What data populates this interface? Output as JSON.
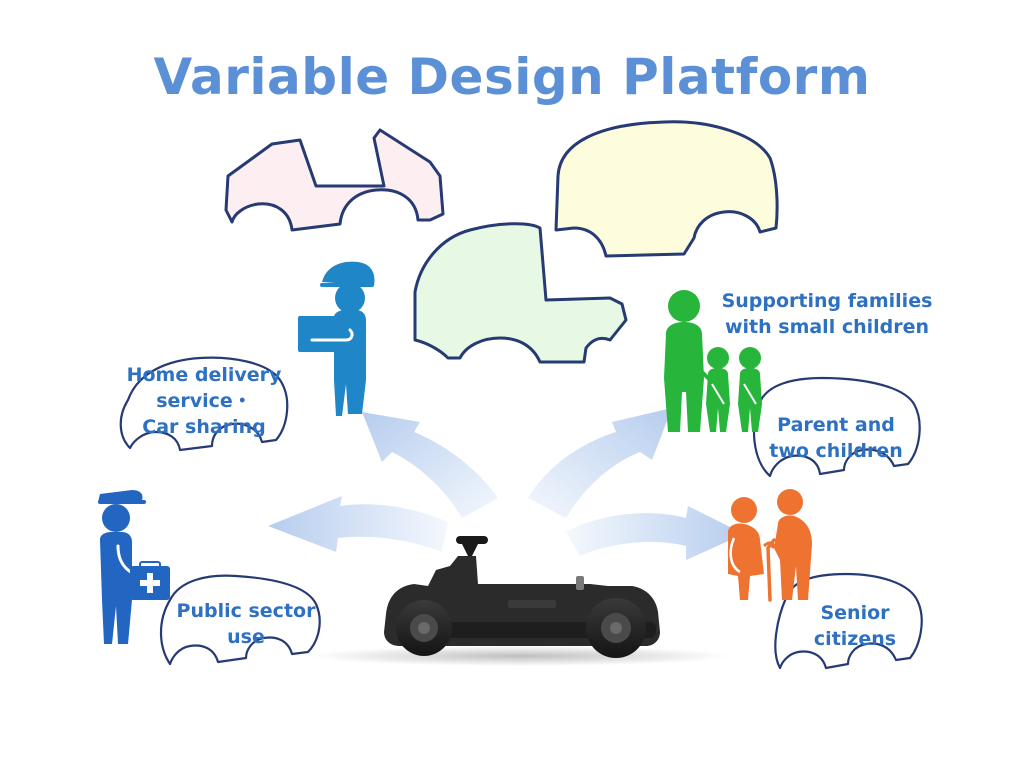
{
  "title": "Variable Design Platform",
  "labels": {
    "home_delivery": [
      "Home delivery",
      "service・",
      "Car sharing"
    ],
    "public_sector": [
      "Public sector",
      "use"
    ],
    "supporting_families": [
      "Supporting families",
      "with small children"
    ],
    "parent_children": [
      "Parent and",
      "two children"
    ],
    "senior": [
      "Senior",
      "citizens"
    ]
  },
  "colors": {
    "title": "#5b8fd6",
    "label_text": "#2e70c2",
    "outline": "#263a73",
    "body_pink": "#fdeff1",
    "body_green": "#e7f9e4",
    "body_yellow": "#fdfcdc",
    "icon_blue": "#1f87c7",
    "icon_navy": "#2366c2",
    "icon_green": "#27b53c",
    "icon_orange": "#ee7331",
    "arrow": "#bcd2ee",
    "chassis": "#2b2b2b"
  },
  "icons": {
    "delivery_person": "delivery-person-icon",
    "medic": "medic-icon",
    "family": "family-icon",
    "seniors": "senior-couple-icon",
    "chassis": "vehicle-chassis-image"
  }
}
